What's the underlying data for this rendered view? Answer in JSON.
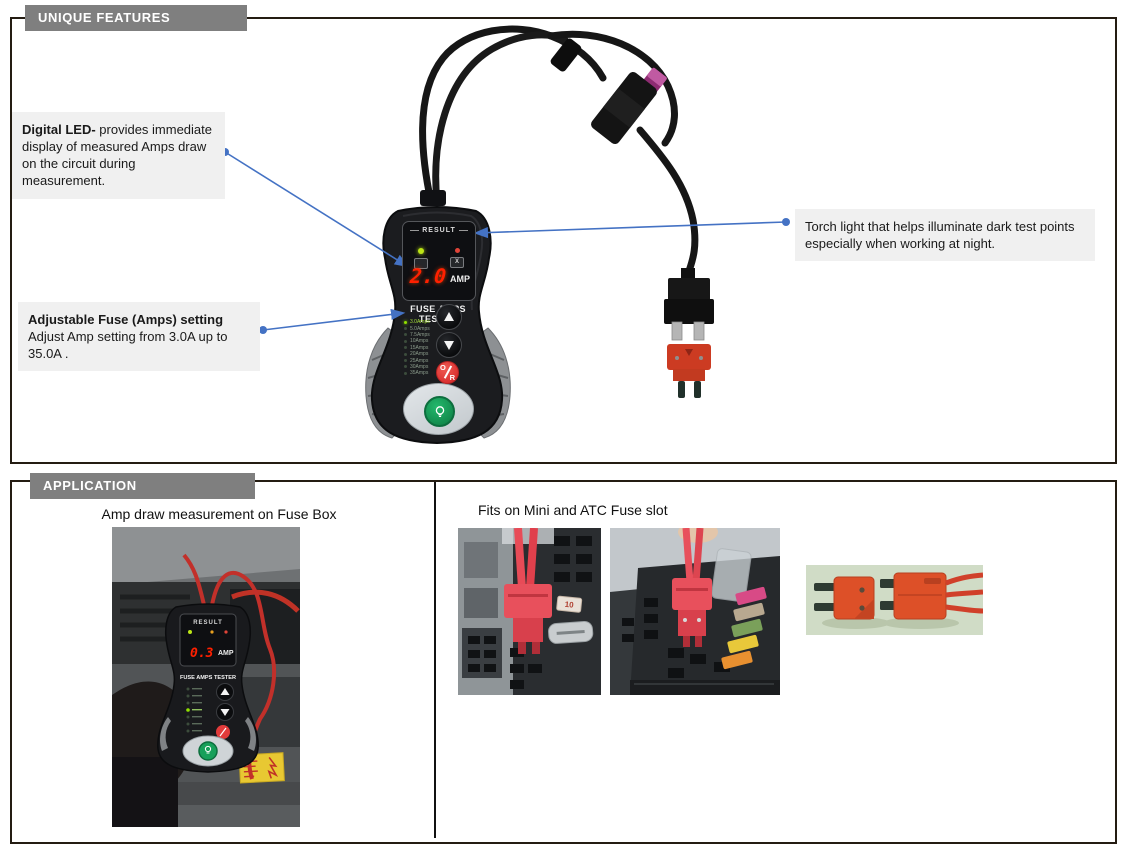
{
  "unique_features": {
    "title": "UNIQUE FEATURES",
    "callouts": {
      "digital_led": {
        "title": "Digital LED-",
        "body": "  provides immediate display of measured Amps draw on the circuit during measurement."
      },
      "adjustable_fuse": {
        "title": "Adjustable Fuse (Amps) setting",
        "body": "Adjust Amp setting from 3.0A up to 35.0A ."
      },
      "torch_light": {
        "body": "Torch light that helps illuminate dark test points especially when working at night."
      }
    },
    "device": {
      "result_label": "RESULT",
      "result_value": "2.0",
      "result_unit": "AMP",
      "fail_icon": "X",
      "name_label": "FUSE AMPS TESTER",
      "amp_settings": [
        "3.0Amps",
        "5.0Amps",
        "7.5Amps",
        "10Amps",
        "15Amps",
        "20Amps",
        "25Amps",
        "30Amps",
        "35Amps"
      ],
      "or_top": "O",
      "or_bottom": "R"
    }
  },
  "application": {
    "title": "APPLICATION",
    "left_caption": "Amp draw measurement on Fuse Box",
    "right_caption": "Fits on Mini and ATC Fuse slot",
    "photo_device": {
      "result_label": "RESULT",
      "result_value": "0.3",
      "result_unit": "AMP",
      "name_label": "FUSE AMPS TESTER"
    },
    "fuse_label": "10"
  },
  "colors": {
    "accent_blue": "#4472C4",
    "header_gray": "#7F7F7F",
    "callout_bg": "#F0F0F0",
    "display_red": "#FF2000",
    "led_green": "#A4D61C",
    "button_red": "#E23B3B",
    "torch_green": "#17A05A"
  }
}
